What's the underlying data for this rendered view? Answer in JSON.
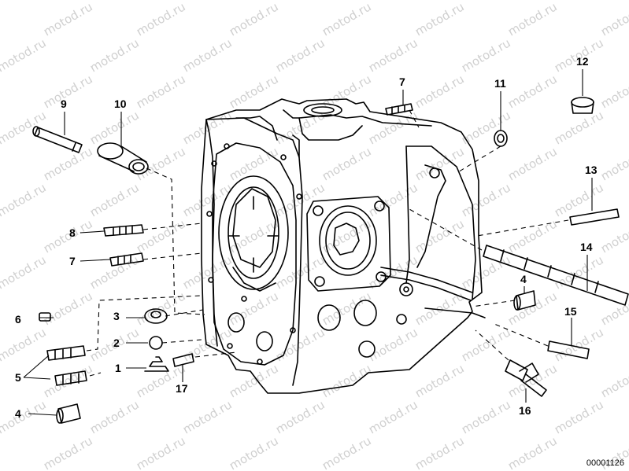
{
  "diagram": {
    "reference_code": "00001126",
    "watermark": {
      "text": "motod.ru",
      "color": "#d0d0d0"
    },
    "line_color": "#000000",
    "parts": [
      {
        "id": "p-1",
        "label": "1"
      },
      {
        "id": "p-2",
        "label": "2"
      },
      {
        "id": "p-3",
        "label": "3"
      },
      {
        "id": "p-4a",
        "label": "4"
      },
      {
        "id": "p-4b",
        "label": "4"
      },
      {
        "id": "p-5",
        "label": "5"
      },
      {
        "id": "p-6",
        "label": "6"
      },
      {
        "id": "p-7a",
        "label": "7"
      },
      {
        "id": "p-7b",
        "label": "7"
      },
      {
        "id": "p-8",
        "label": "8"
      },
      {
        "id": "p-9",
        "label": "9"
      },
      {
        "id": "p-10",
        "label": "10"
      },
      {
        "id": "p-11",
        "label": "11"
      },
      {
        "id": "p-12",
        "label": "12"
      },
      {
        "id": "p-13",
        "label": "13"
      },
      {
        "id": "p-14",
        "label": "14"
      },
      {
        "id": "p-15",
        "label": "15"
      },
      {
        "id": "p-16",
        "label": "16"
      },
      {
        "id": "p-17",
        "label": "17"
      }
    ]
  }
}
